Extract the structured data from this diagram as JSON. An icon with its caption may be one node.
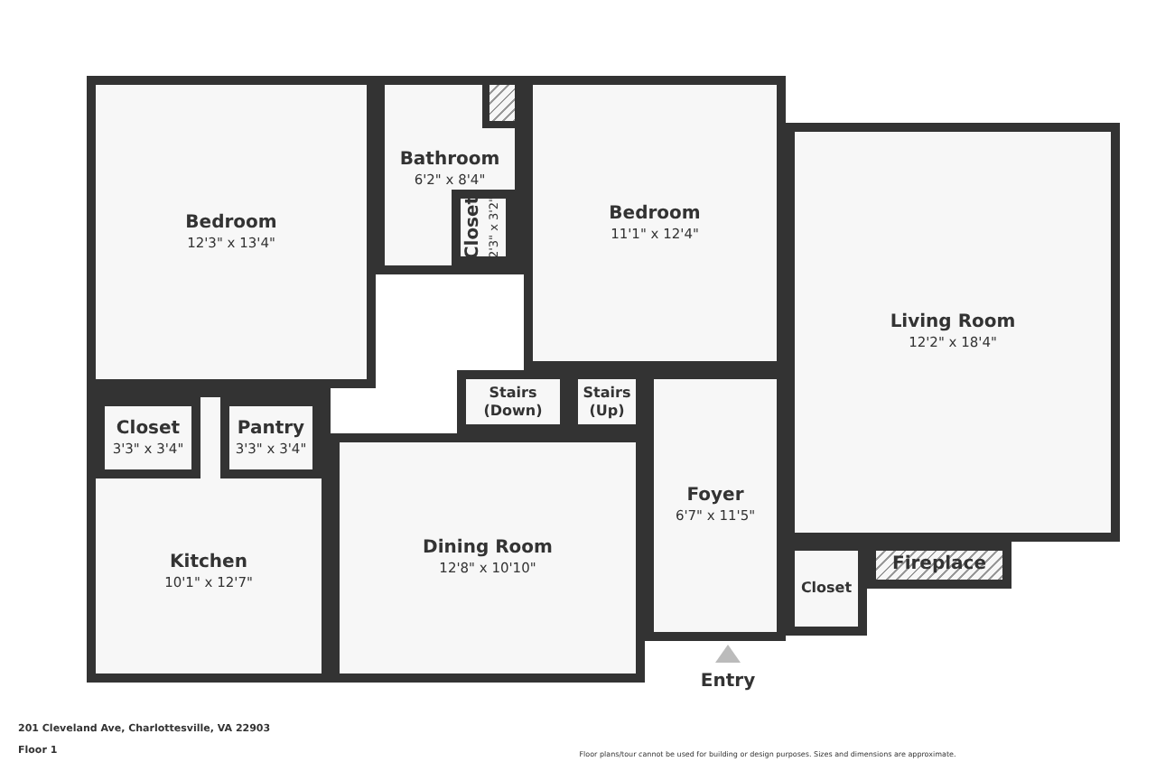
{
  "diagram": {
    "nodes": [
      {
        "text": [
          "Bedroom",
          "12'3\" x 13'4\""
        ]
      },
      {
        "text": [
          "Bathroom",
          "6'2\" x 8'4\""
        ]
      },
      {
        "text": [
          "Closet",
          "2'3\" x 3'2\""
        ],
        "in": 1
      },
      {
        "text": [
          "Bedroom",
          "11'1\" x 12'4\""
        ]
      },
      {
        "text": [
          "Living Room",
          "12'2\" x 18'4\""
        ]
      },
      {
        "text": [
          "Stairs (Down)"
        ]
      },
      {
        "text": [
          "Stairs (Up)"
        ]
      },
      {
        "text": [
          "Kitchen",
          "10'1\" x 12'7\""
        ]
      },
      {
        "text": [
          "Closet",
          "3'3\" x 3'4\""
        ],
        "in": 7
      },
      {
        "text": [
          "Pantry",
          "3'3\" x 3'4\""
        ],
        "in": 7
      },
      {
        "text": [
          "Foyer",
          "6'7\" x 11'5\""
        ]
      },
      {
        "text": [
          "Dining Room",
          "12'8\" x 10'10\""
        ]
      },
      {
        "text": [
          "Closet"
        ]
      },
      {
        "text": [
          "Fireplace"
        ]
      }
    ],
    "edges": [],
    "labels": [
      "Entry",
      "201 Cleveland Ave, Charlottesville, VA 22903",
      "Floor 1",
      "Floor plans/tour cannot be used for building or design purposes. Sizes and dimensions are approximate."
    ]
  }
}
